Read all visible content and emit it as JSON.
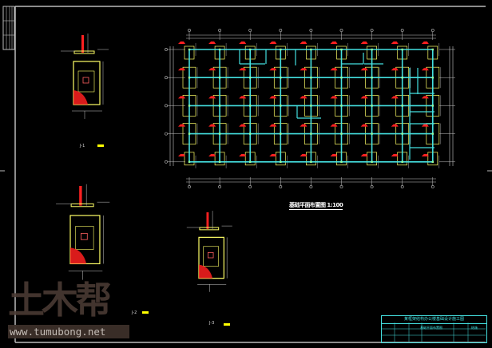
{
  "plan": {
    "title": "基础平面布置图 1:100",
    "columns": 9,
    "rows": 5
  },
  "details": [
    {
      "label": "J-1"
    },
    {
      "label": "J-2"
    },
    {
      "label": "J-3"
    }
  ],
  "watermark": {
    "logo": "土木帮",
    "url": "www.tumubong.net"
  },
  "title_block": {
    "header": "某框架结构办公楼基础设计施工图",
    "drawing_name": "基础平面布置图",
    "sheet": "结施"
  },
  "colors": {
    "beam": "#44e0e0",
    "footing": "#ffff66",
    "column": "#ff2020",
    "dim": "#c8c8c8"
  }
}
